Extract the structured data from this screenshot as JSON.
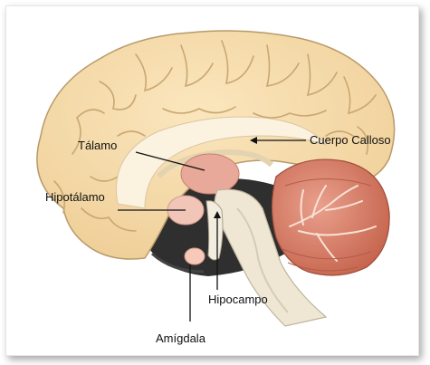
{
  "labels": {
    "corpus_callosum": "Cuerpo Calloso",
    "thalamus": "Tálamo",
    "hypothalamus": "Hipotálamo",
    "hippocampus": "Hipocampo",
    "amygdala": "Amígdala"
  },
  "colors": {
    "cortex": "#f5d9a8",
    "cortex_outline": "#b89a6a",
    "corpus_callosum": "#fbf2e0",
    "thalamus": "#e8a89a",
    "cerebellum": "#d98270",
    "brainstem": "#efe7d4",
    "shadow": "#2e2e2e"
  }
}
